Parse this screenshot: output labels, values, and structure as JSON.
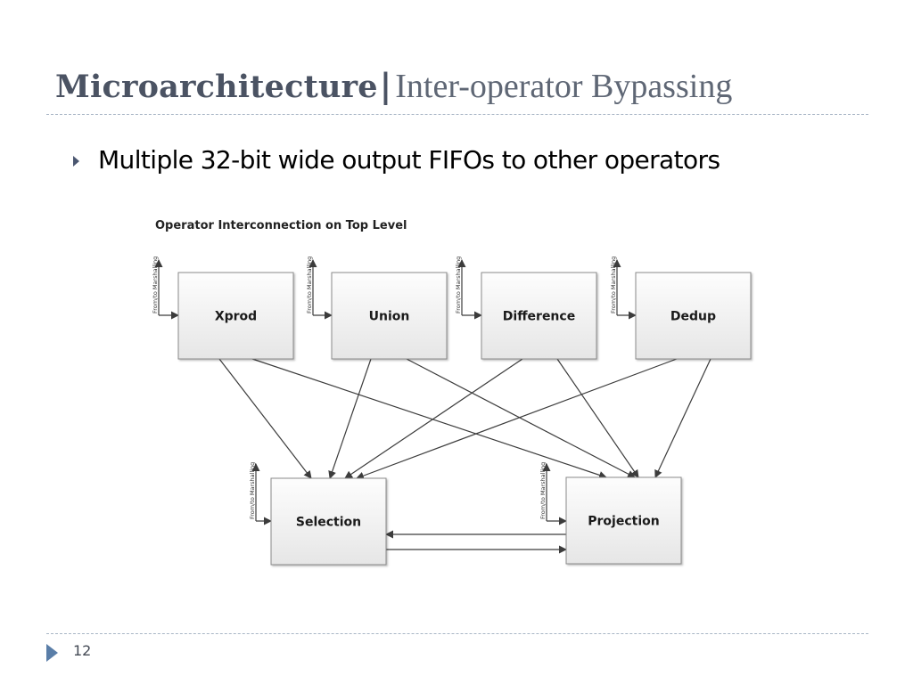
{
  "slide": {
    "title_bold": "Microarchitecture",
    "title_separator": "|",
    "title_light": "Inter-operator Bypassing",
    "bullet": "Multiple 32-bit wide output FIFOs to other operators",
    "page_number": "12"
  },
  "diagram": {
    "caption": "Operator Interconnection on Top Level",
    "marshalling_label": "From/to Marshalling",
    "nodes": {
      "xprod": "Xprod",
      "union": "Union",
      "difference": "Difference",
      "dedup": "Dedup",
      "selection": "Selection",
      "projection": "Projection"
    },
    "edges": [
      [
        "xprod",
        "selection"
      ],
      [
        "xprod",
        "projection"
      ],
      [
        "union",
        "selection"
      ],
      [
        "union",
        "projection"
      ],
      [
        "difference",
        "selection"
      ],
      [
        "difference",
        "projection"
      ],
      [
        "dedup",
        "selection"
      ],
      [
        "dedup",
        "projection"
      ],
      [
        "projection",
        "selection"
      ],
      [
        "selection",
        "projection"
      ]
    ]
  }
}
